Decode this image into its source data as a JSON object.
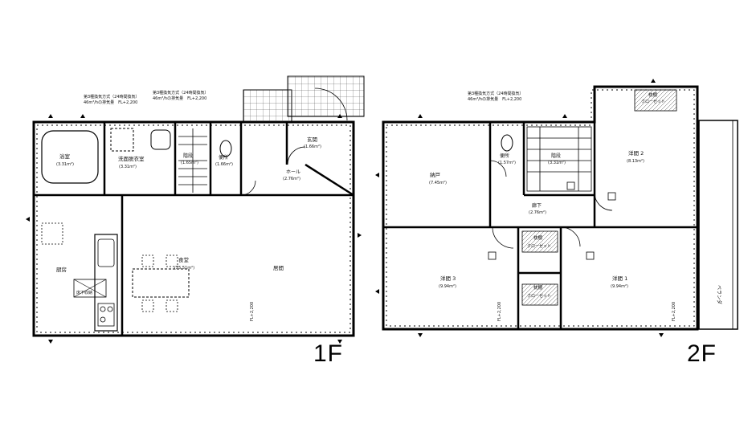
{
  "floors": [
    {
      "id": "1F",
      "label": "1F",
      "rooms": [
        {
          "name": "浴室",
          "area": "(3.31m²)"
        },
        {
          "name": "洗面脱衣室",
          "area": "(3.31m²)"
        },
        {
          "name": "階段",
          "area": "(1.65m²)"
        },
        {
          "name": "便所",
          "area": "(1.66m²)"
        },
        {
          "name": "玄関",
          "area": "(1.66m²)"
        },
        {
          "name": "ホール",
          "area": "(2.76m²)"
        },
        {
          "name": "食堂",
          "area": "(25.51m²)"
        },
        {
          "name": "厨房",
          "area": ""
        },
        {
          "name": "居間",
          "area": ""
        }
      ],
      "notes": [
        "第3種換気方式（24時間換気）",
        "46m³/hの排気量　FL+2,200",
        "FL+2,200",
        "床下収納"
      ]
    },
    {
      "id": "2F",
      "label": "2F",
      "rooms": [
        {
          "name": "納戸",
          "area": "(7.45m²)"
        },
        {
          "name": "便所",
          "area": "(1.57m²)"
        },
        {
          "name": "階段",
          "area": "(3.31m²)"
        },
        {
          "name": "廊下",
          "area": "(2.76m²)"
        },
        {
          "name": "洋間 2",
          "area": "(8.13m²)"
        },
        {
          "name": "洋間 3",
          "area": "(9.94m²)"
        },
        {
          "name": "洋間 1",
          "area": "(9.94m²)"
        },
        {
          "name": "枕棚",
          "area": ""
        },
        {
          "name": "クローゼット",
          "area": ""
        },
        {
          "name": "ベランダ",
          "area": ""
        }
      ],
      "notes": [
        "第3種換気方式（24時間換気）",
        "46m³/hの排気量　FL+2,200",
        "FL+2,200"
      ]
    }
  ]
}
